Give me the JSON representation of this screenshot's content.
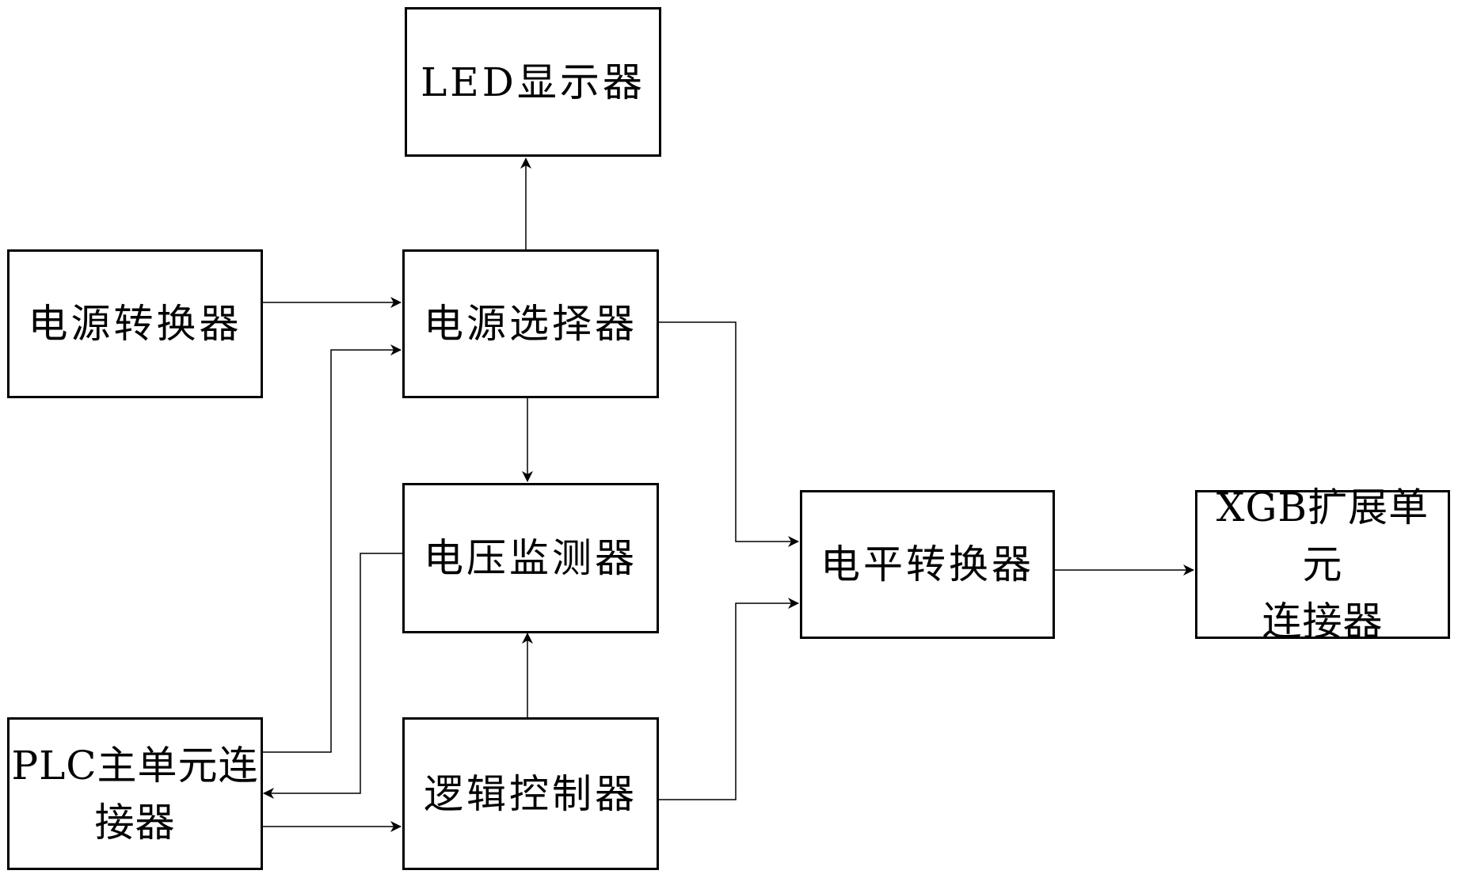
{
  "nodes": {
    "led_display": {
      "label": "LED显示器"
    },
    "power_converter": {
      "label": "电源转换器"
    },
    "power_selector": {
      "label": "电源选择器"
    },
    "voltage_monitor": {
      "label": "电压监测器"
    },
    "level_shifter": {
      "label": "电平转换器"
    },
    "xgb_connector": {
      "label": "XGB扩展单元\n连接器"
    },
    "plc_connector": {
      "label": "PLC主单元连\n接器"
    },
    "logic_controller": {
      "label": "逻辑控制器"
    }
  },
  "edges": [
    {
      "from": "power_selector",
      "to": "led_display"
    },
    {
      "from": "power_converter",
      "to": "power_selector"
    },
    {
      "from": "plc_connector",
      "to": "power_selector"
    },
    {
      "from": "power_selector",
      "to": "voltage_monitor"
    },
    {
      "from": "voltage_monitor",
      "to": "plc_connector"
    },
    {
      "from": "logic_controller",
      "to": "voltage_monitor"
    },
    {
      "from": "plc_connector",
      "to": "logic_controller"
    },
    {
      "from": "power_selector",
      "to": "level_shifter"
    },
    {
      "from": "logic_controller",
      "to": "level_shifter"
    },
    {
      "from": "level_shifter",
      "to": "xgb_connector"
    }
  ]
}
